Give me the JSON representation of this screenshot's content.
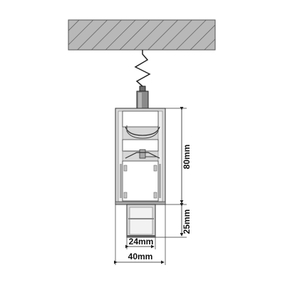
{
  "diagram": {
    "dimensions": {
      "profile_height": "80mm",
      "lower_section_height": "25mm",
      "lower_section_width": "24mm",
      "overall_width": "40mm"
    },
    "colors": {
      "ceiling_fill": "#b8b8b8",
      "hatch_stroke": "#4a4a4a",
      "line_dark": "#222222",
      "profile_light": "#d7d7d7",
      "profile_mid": "#a9a9a9",
      "profile_dark": "#5c5c5c",
      "white": "#ffffff"
    }
  }
}
